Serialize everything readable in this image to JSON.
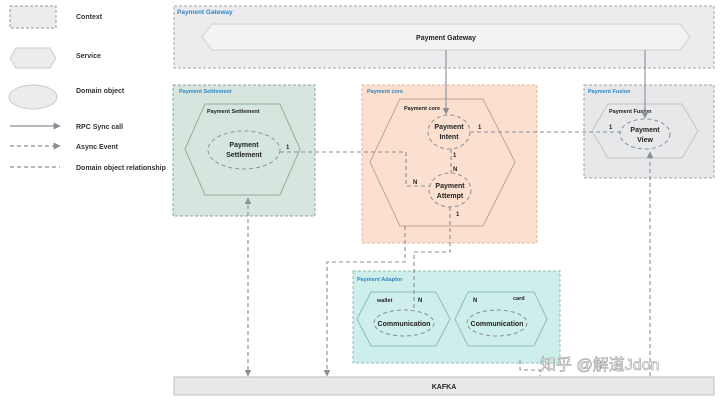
{
  "legend": {
    "context": "Context",
    "service": "Service",
    "domain_object": "Domain object",
    "rpc": "RPC Sync call",
    "async": "Async Event",
    "relationship": "Domain object relationship"
  },
  "contexts": {
    "gateway": "Payment Gateway",
    "settlement": "Payment Settlement",
    "core": "Payment core",
    "fusion": "Payment Fusion",
    "adaptor": "Payment Adaptor"
  },
  "services": {
    "gateway": "Payment Gateway",
    "settlement": "Payment Settlement",
    "core": "Payment core",
    "fusion": "Payment Fusion",
    "kafka": "KAFKA"
  },
  "objects": {
    "settlement": [
      "Payment",
      "Settlement"
    ],
    "intent": [
      "Payment",
      "Intent"
    ],
    "attempt": [
      "Payment",
      "Attempt"
    ],
    "view": [
      "Payment",
      "View"
    ],
    "communication_wallet": "Communication",
    "communication_card": "Communication"
  },
  "adaptor_labels": {
    "wallet": "wallet",
    "card": "card"
  },
  "multiplicity": {
    "settlement_1": "1",
    "intent_right_1": "1",
    "intent_down_1": "1",
    "attempt_top_n": "N",
    "attempt_left_n": "N",
    "attempt_bottom_1": "1",
    "view_1": "1",
    "wallet_n": "N",
    "card_n": "N"
  },
  "watermark": "知乎 @解道Jdon",
  "colors": {
    "gateway_bg": "#ececee",
    "settlement_bg": "#d6e6df",
    "core_bg": "#fbe0d0",
    "fusion_bg": "#e6e8ea",
    "adaptor_bg": "#cdeeea",
    "kafka_bg": "#e9e9ea",
    "context_title": "#2f86c4",
    "line": "#8a8e96"
  }
}
